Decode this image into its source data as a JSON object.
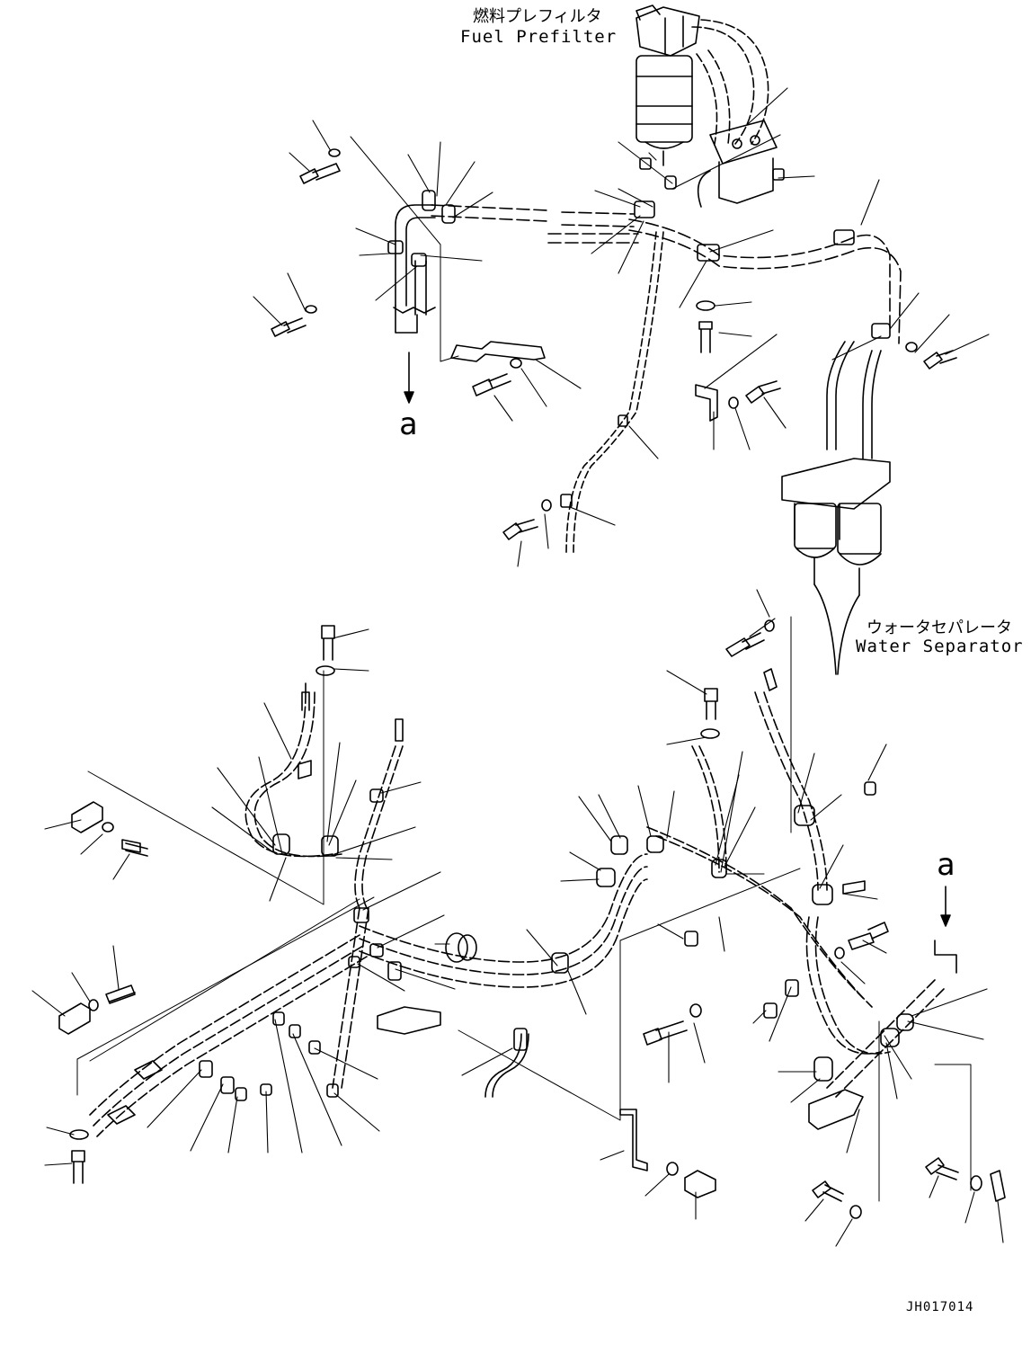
{
  "labels": {
    "prefilter_jp": "燃料プレフィルタ",
    "prefilter_en": "Fuel Prefilter",
    "separator_jp": "ウォータセパレータ",
    "separator_en": "Water Separator",
    "ref_a_top": "a",
    "ref_a_right": "a",
    "drawing_code": "JH017014"
  },
  "colors": {
    "line": "#000000",
    "background": "#ffffff"
  }
}
